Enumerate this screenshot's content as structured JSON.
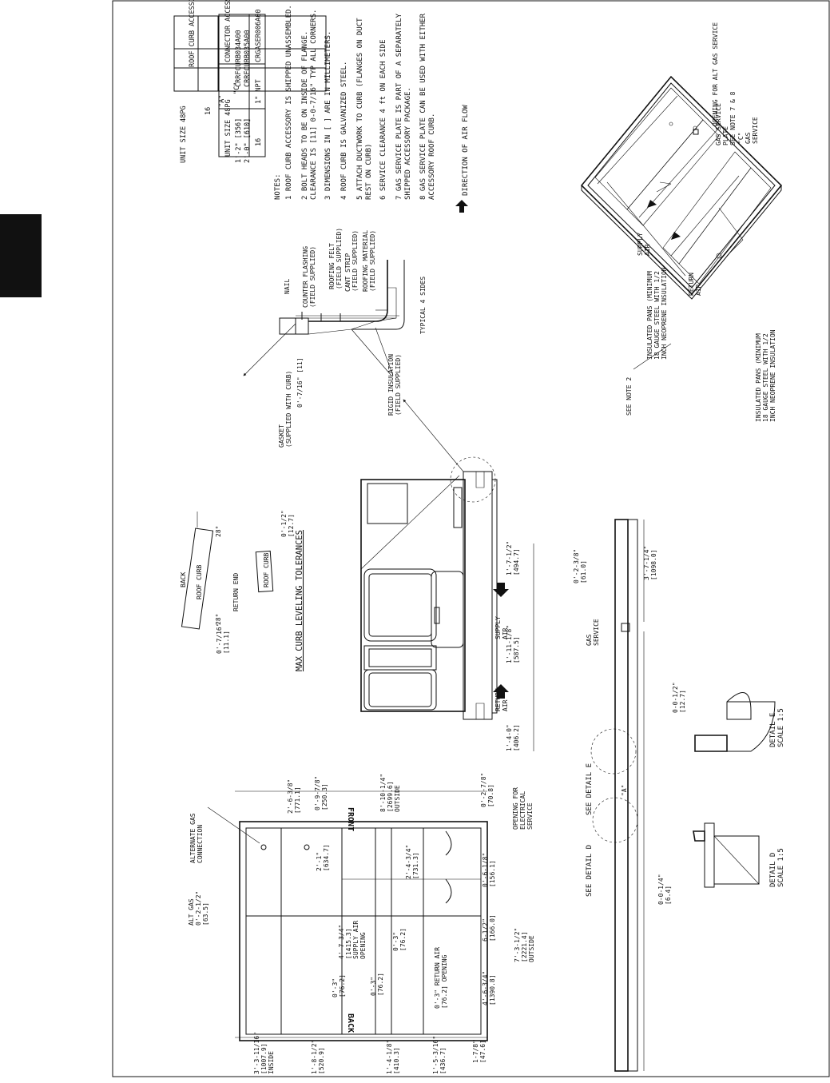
{
  "section_tab_color": "#111111",
  "tables": {
    "curb": {
      "headers": [
        "UNIT SIZE 48PG",
        "\"A\"",
        "ROOF CURB ACCESSORY"
      ],
      "size": "16",
      "a_values": [
        "1'-2\" [356]",
        "2'-0\" [610]"
      ],
      "accessories": [
        "CRRFCURB034A00",
        "CRRFCURB035A00"
      ]
    },
    "connector": {
      "headers": [
        "UNIT SIZE 48PG",
        "\"C\"",
        "CONNECTOR ACCESSORY PACKAGE"
      ],
      "row": [
        "16",
        "1\" NPT",
        "CRGASER006A00"
      ]
    }
  },
  "notes": {
    "title": "NOTES:",
    "items": [
      "1  ROOF CURB ACCESSORY IS SHIPPED UNASSEMBLED.",
      "2  BOLT HEADS TO BE ON INSIDE OF FLANGE.",
      "   CLEARANCE IS [11] 0-0-7/16\" TYP ALL CORNERS.",
      "3  DIMENSIONS IN [  ] ARE IN MILLIMETERS.",
      "4  ROOF CURB IS GALVANIZED STEEL.",
      "5  ATTACH DUCTWORK TO CURB (FLANGES ON DUCT",
      "   REST ON CURB)",
      "6  SERVICE CLEARANCE 4 ft ON EACH SIDE",
      "7  GAS SERVICE PLATE IS PART OF A SEPARATELY",
      "   SHIPPED ACCESSORY PACKAGE.",
      "8  GAS SERVICE PLATE CAN BE USED WITH EITHER",
      "   ACCESSORY ROOF CURB."
    ],
    "airflow": "DIRECTION OF AIR FLOW"
  },
  "section_detail": {
    "gasket": [
      "GASKET",
      "(SUPPLIED WITH CURB)"
    ],
    "dim": "0'-7/16\" [11]",
    "nail": "NAIL",
    "counter_flashing": [
      "COUNTER FLASHING",
      "(FIELD SUPPLIED)"
    ],
    "roofing_felt": [
      "ROOFING FELT",
      "(FIELD SUPPLIED)"
    ],
    "cant_strip": [
      "CANT STRIP",
      "(FIELD SUPPLIED)"
    ],
    "roofing_material": [
      "ROOFING MATERIAL",
      "(FIELD SUPPLIED)"
    ],
    "rigid_insulation": [
      "RIGID INSULATION",
      "(FIELD SUPPLIED)"
    ],
    "typical": "TYPICAL 4 SIDES"
  },
  "iso": {
    "alt_gas": "OPENING FOR ALT GAS SERVICE",
    "gas_plate": [
      "GAS SERVICE",
      "PLATE",
      "SEE NOTE 7 & 8"
    ],
    "c_gas": [
      "\"C\"",
      "GAS",
      "SERVICE"
    ],
    "pans_top": [
      "INSULATED PANS (MINIMUM",
      "18 GAUGE STEEL WITH 1/2",
      "INCH NEOPRENE INSULATION"
    ],
    "pans_bottom": [
      "INSULATED PANS (MINIMUM",
      "18 GAUGE STEEL WITH 1/2",
      "INCH NEOPRENE INSULATION"
    ],
    "see_note": "SEE NOTE 2",
    "supply": [
      "SUPPLY",
      "AIR"
    ],
    "return": [
      "RETURN",
      "AIR"
    ]
  },
  "leveling": {
    "title": "MAX CURB LEVELING TOLERANCES",
    "back": "BACK",
    "roof_curb": "ROOF CURB",
    "return_end": "RETURN END",
    "angle": "28°",
    "dim1": [
      "0'-1/2\"",
      "[12.7]"
    ],
    "dim2": [
      "0'-7/16\"",
      "[11.1]"
    ]
  },
  "elevation": {
    "supply": [
      "SUPPLY",
      "AIR"
    ],
    "return": [
      "RETURN",
      "AIR"
    ],
    "d1": [
      "1'-7-1/2\"",
      "[494.7]"
    ],
    "d2": [
      "1'-11-1/8\"",
      "[587.5]"
    ],
    "d3": [
      "1'-4-0\"",
      "[406.2]"
    ]
  },
  "plan": {
    "alt_gas_conn": [
      "ALTERNATE GAS",
      "CONNECTION"
    ],
    "alt_gas": [
      "ALT GAS",
      "0'-2-1/2\"",
      "[63.5]"
    ],
    "dim_2_6": [
      "2'-6-3/8\"",
      "[771.1]"
    ],
    "dim_0_9": [
      "0'-9-7/8\"",
      "[250.3]"
    ],
    "outside_w": [
      "8'-10-1/4\"",
      "[2699.6]",
      "OUTSIDE"
    ],
    "dim_0_2": [
      "0'-2-7/8\"",
      "[70.8]"
    ],
    "front": "FRONT",
    "back": "BACK",
    "elec": [
      "OPENING FOR",
      "ELECTRICAL",
      "SERVICE"
    ],
    "dim_2_1": [
      "2'-1\"",
      "[634.7]"
    ],
    "dim_2_4": [
      "2'-4-3/4\"",
      "[731.3]"
    ],
    "dim_0_6": [
      "0'-6-1/8\"",
      "[156.1]"
    ],
    "dim_6_1": [
      "6-1/2\"",
      "[166.0]"
    ],
    "supply_opening": [
      "4'-7-3/4\"",
      "[1415.3]",
      "SUPPLY AIR",
      "OPENING"
    ],
    "dim_03a": [
      "0'-3\"",
      "[76.2]"
    ],
    "dim_03b": [
      "0'-3\"",
      "[76.2]"
    ],
    "dim_03c": [
      "0'-3\"",
      "[76.2]"
    ],
    "return_opening": [
      "0'-3\" RETURN AIR",
      "[76.2] OPENING"
    ],
    "dim_4_6": [
      "4'-6-3/4\"",
      "[1390.8]"
    ],
    "outside_l": [
      "7'-3-1/2\"",
      "[2221.4]",
      "OUTSIDE"
    ],
    "inside": [
      "3'-3-11/16\"",
      "[1007.9]",
      "INSIDE"
    ],
    "dim_1_8": [
      "1'-8-1/2\"",
      "[520.9]"
    ],
    "dim_1_4": [
      "1'-4-1/8\"",
      "[410.3]"
    ],
    "dim_1_5": [
      "1'-5-3/16\"",
      "[436.7]"
    ],
    "dim_1_7": [
      "1-7/8\"",
      "[47.6]"
    ]
  },
  "side": {
    "see_d": "SEE DETAIL  D",
    "see_e": "SEE DETAIL  E",
    "a": "\"A\"",
    "gas_service": [
      "GAS",
      "SERVICE"
    ],
    "d1": [
      "0'-2-3/8\"",
      "[61.0]"
    ],
    "d2": [
      "3'-7-1/4\"",
      "[1098.0]"
    ]
  },
  "details": {
    "d_dim": [
      "0-0-1/4\"",
      "[6.4]"
    ],
    "d_label": [
      "DETAIL  D",
      "SCALE 1:5"
    ],
    "e_dim": [
      "0-0-1/2\"",
      "[12.7]"
    ],
    "e_label": [
      "DETAIL  E",
      "SCALE 1:5"
    ]
  }
}
